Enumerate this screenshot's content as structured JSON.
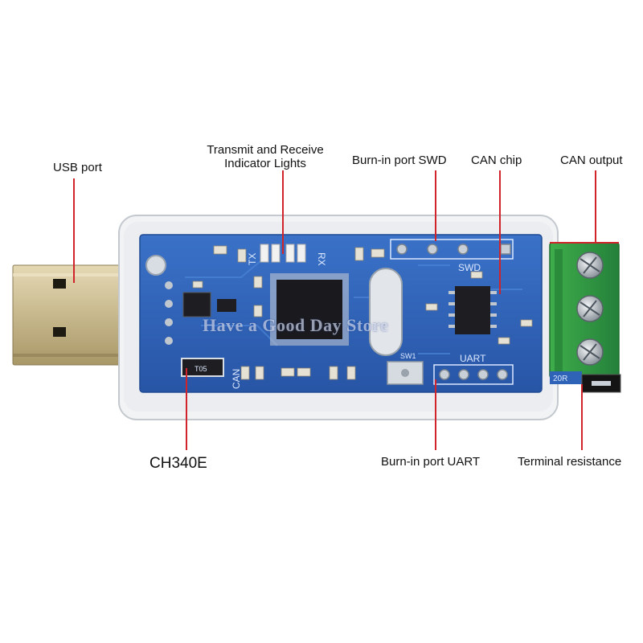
{
  "labels": {
    "usb_port": "USB port",
    "indicator_lights_line1": "Transmit and Receive",
    "indicator_lights_line2": "Indicator Lights",
    "burn_in_swd": "Burn-in port SWD",
    "can_chip": "CAN chip",
    "can_output": "CAN output",
    "ch340e": "CH340E",
    "burn_in_uart": "Burn-in port UART",
    "terminal_resistance": "Terminal resistance"
  },
  "silkscreen": {
    "tx": "TX",
    "rx": "RX",
    "swd": "SWD",
    "uart": "UART",
    "can": "CAN",
    "sw1": "SW1",
    "t05": "T05",
    "r20": "20R"
  },
  "watermark": "Have a Good Day Store",
  "colors": {
    "pcb": "#2f63b8",
    "terminal_block": "#2f9a3c",
    "leader_line": "#d0242a",
    "usb_metal": "#c9b98d"
  }
}
